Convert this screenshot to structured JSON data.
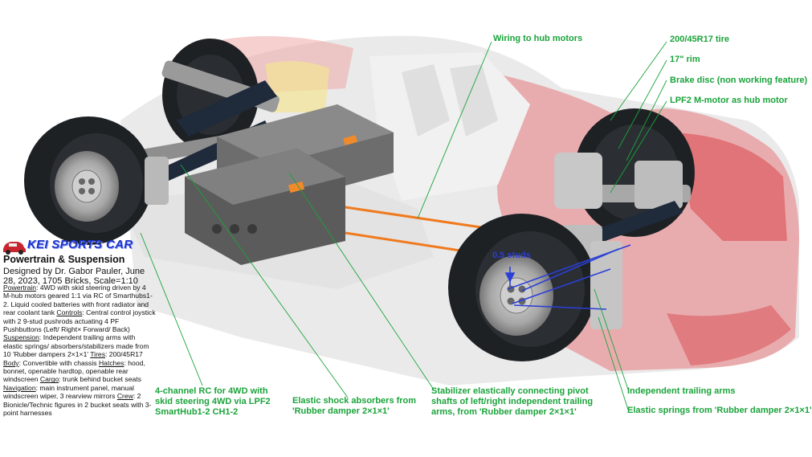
{
  "branding": {
    "title": "KEI SPORTS CAR",
    "subtitle": "Powertrain & Suspension",
    "byline": "Designed by Dr. Gabor Pauler, June 28, 2023, 1705 Bricks, Scale=1:10",
    "car_icon": "red-car-icon"
  },
  "spec_sections": [
    {
      "key": "Powertrain",
      "text": ": 4WD with skid steering driven by 4 M-hub motors geared 1:1 via RC of Smarthubs1-2. Liquid cooled batteries with front radiator and rear coolant tank "
    },
    {
      "key": "Controls",
      "text": ": Central control joystick with 2 9-stud pushrods actuating 4 PF Pushbuttons (Left/ Right× Forward/ Back) "
    },
    {
      "key": "Suspension",
      "text": ": Independent trailing arms with elastic springs/ absorbers/stabilizers made from 10 'Rubber dampers 2×1×1' "
    },
    {
      "key": "Tires",
      "text": ": 200/45R17 "
    },
    {
      "key": "Body",
      "text": ": Convertible with chassis "
    },
    {
      "key": "Hatches",
      "text": ": hood, bonnet, openable hardtop, openable rear windscreen "
    },
    {
      "key": "Cargo",
      "text": ": trunk behind bucket seats "
    },
    {
      "key": "Navigation",
      "text": ": main instrument panel, manual windscreen wiper, 3 rearview mirrors "
    },
    {
      "key": "Crew",
      "text": ": 2 Bionicle/Technic figures in 2 bucket seats with 3-point harnesses"
    }
  ],
  "callouts": {
    "wiring": "Wiring to hub motors",
    "tire": "200/45R17 tire",
    "rim": "17\" rim",
    "brake": "Brake disc (non working feature)",
    "motor": "LPF2 M-motor as hub motor",
    "rc": "4-channel RC for 4WD with skid steering 4WD via LPF2 SmartHub1-2 CH1-2",
    "shock": "Elastic shock absorbers from 'Rubber damper 2×1×1'",
    "stabilizer": "Stabilizer elastically connecting pivot shafts of left/right independent trailing arms, from 'Rubber damper 2×1×1'",
    "trailing": "Independent trailing arms",
    "springs": "Elastic springs from 'Rubber damper 2×1×1'",
    "studs": "0.5 studs"
  },
  "colors": {
    "callout_text": "#1aa33a",
    "leader_line": "#1aa33a",
    "dimension": "#2b3fd6",
    "brand": "#1d34c8",
    "car_body": "#c8262c",
    "wiring": "#f07a1e",
    "smarthub": "#5a5a5a",
    "tire": "#1e2124"
  }
}
